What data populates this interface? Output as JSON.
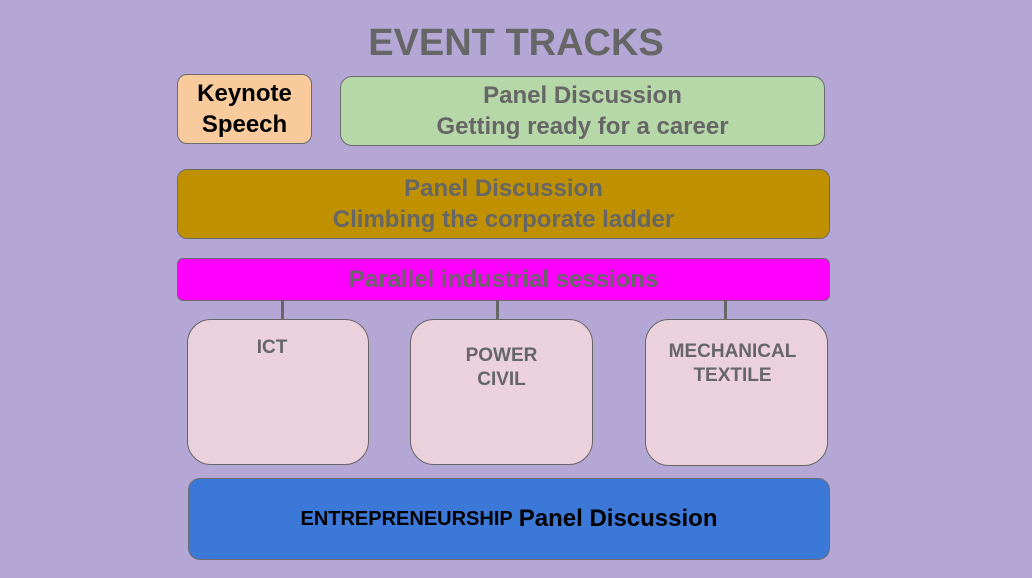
{
  "title": "EVENT TRACKS",
  "keynote": {
    "line1": "Keynote",
    "line2": "Speech"
  },
  "panel_career": {
    "line1": "Panel Discussion",
    "line2": "Getting ready for a career"
  },
  "panel_ladder": {
    "line1": "Panel Discussion",
    "line2": "Climbing the corporate ladder"
  },
  "parallel": {
    "label": "Parallel industrial sessions"
  },
  "tracks": [
    {
      "line1": "ICT",
      "line2": ""
    },
    {
      "line1": "POWER",
      "line2": "CIVIL"
    },
    {
      "line1": "MECHANICAL",
      "line2": "TEXTILE"
    }
  ],
  "entrepreneurship": {
    "prefix": "ENTREPRENEURSHIP",
    "label": "Panel Discussion"
  },
  "colors": {
    "background": "#b4a7d6",
    "keynote": "#f9cb9c",
    "panel_career": "#b6d7a8",
    "panel_ladder": "#bf9000",
    "parallel": "#ff00ff",
    "track": "#ead1dc",
    "entrepreneurship": "#3c78d8",
    "text_gray": "#666666"
  }
}
